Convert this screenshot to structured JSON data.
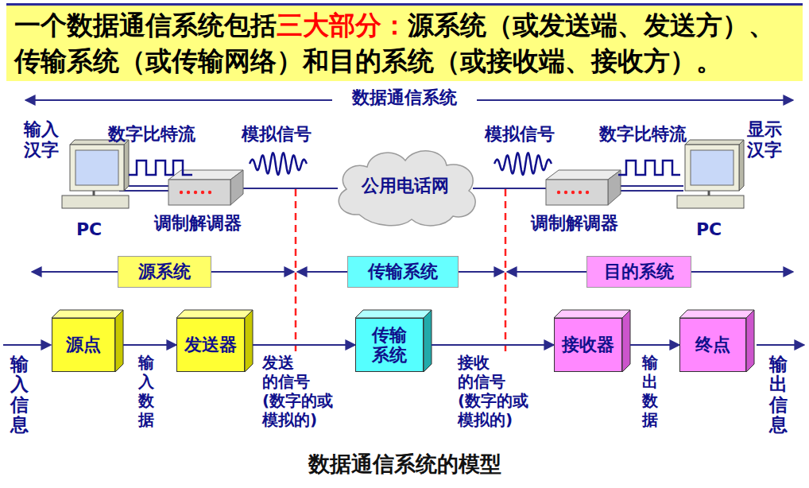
{
  "diagram": {
    "caption": "数据通信系统的模型",
    "nodes": [
      {
        "text": [
          "一个数据通信系统包括",
          "三大部分：",
          "源系统（或发送端、发送方）、传输系统（或传输网络）和目的系统（或接收端、接收方）。"
        ]
      },
      {
        "text": [
          "公用电话网"
        ]
      },
      {
        "text": [
          "源系统"
        ]
      },
      {
        "text": [
          "传输系统"
        ]
      },
      {
        "text": [
          "目的系统"
        ]
      },
      {
        "text": [
          "源点"
        ]
      },
      {
        "text": [
          "发送器"
        ]
      },
      {
        "text": [
          "传输 系统"
        ]
      },
      {
        "text": [
          "接收器"
        ]
      },
      {
        "text": [
          "终点"
        ]
      }
    ],
    "edges": [
      {
        "from": 5,
        "to": 6,
        "arrow": "to",
        "label": "输入数据"
      },
      {
        "from": 6,
        "to": 7,
        "arrow": "to",
        "label": "发送 的信号 (数字的或 模拟的)"
      },
      {
        "from": 7,
        "to": 8,
        "arrow": "to",
        "label": "接收 的信号 (数字的或 模拟的)"
      },
      {
        "from": 8,
        "to": 9,
        "arrow": "to",
        "label": "输出数据"
      }
    ],
    "labels": [
      "数据通信系统",
      "输入 汉字",
      "数字比特流",
      "模拟信号",
      "模拟信号",
      "数字比特流",
      "显示 汉字",
      "PC",
      "调制解调器",
      "调制解调器",
      "PC",
      "输入信息",
      "输出信息"
    ]
  }
}
